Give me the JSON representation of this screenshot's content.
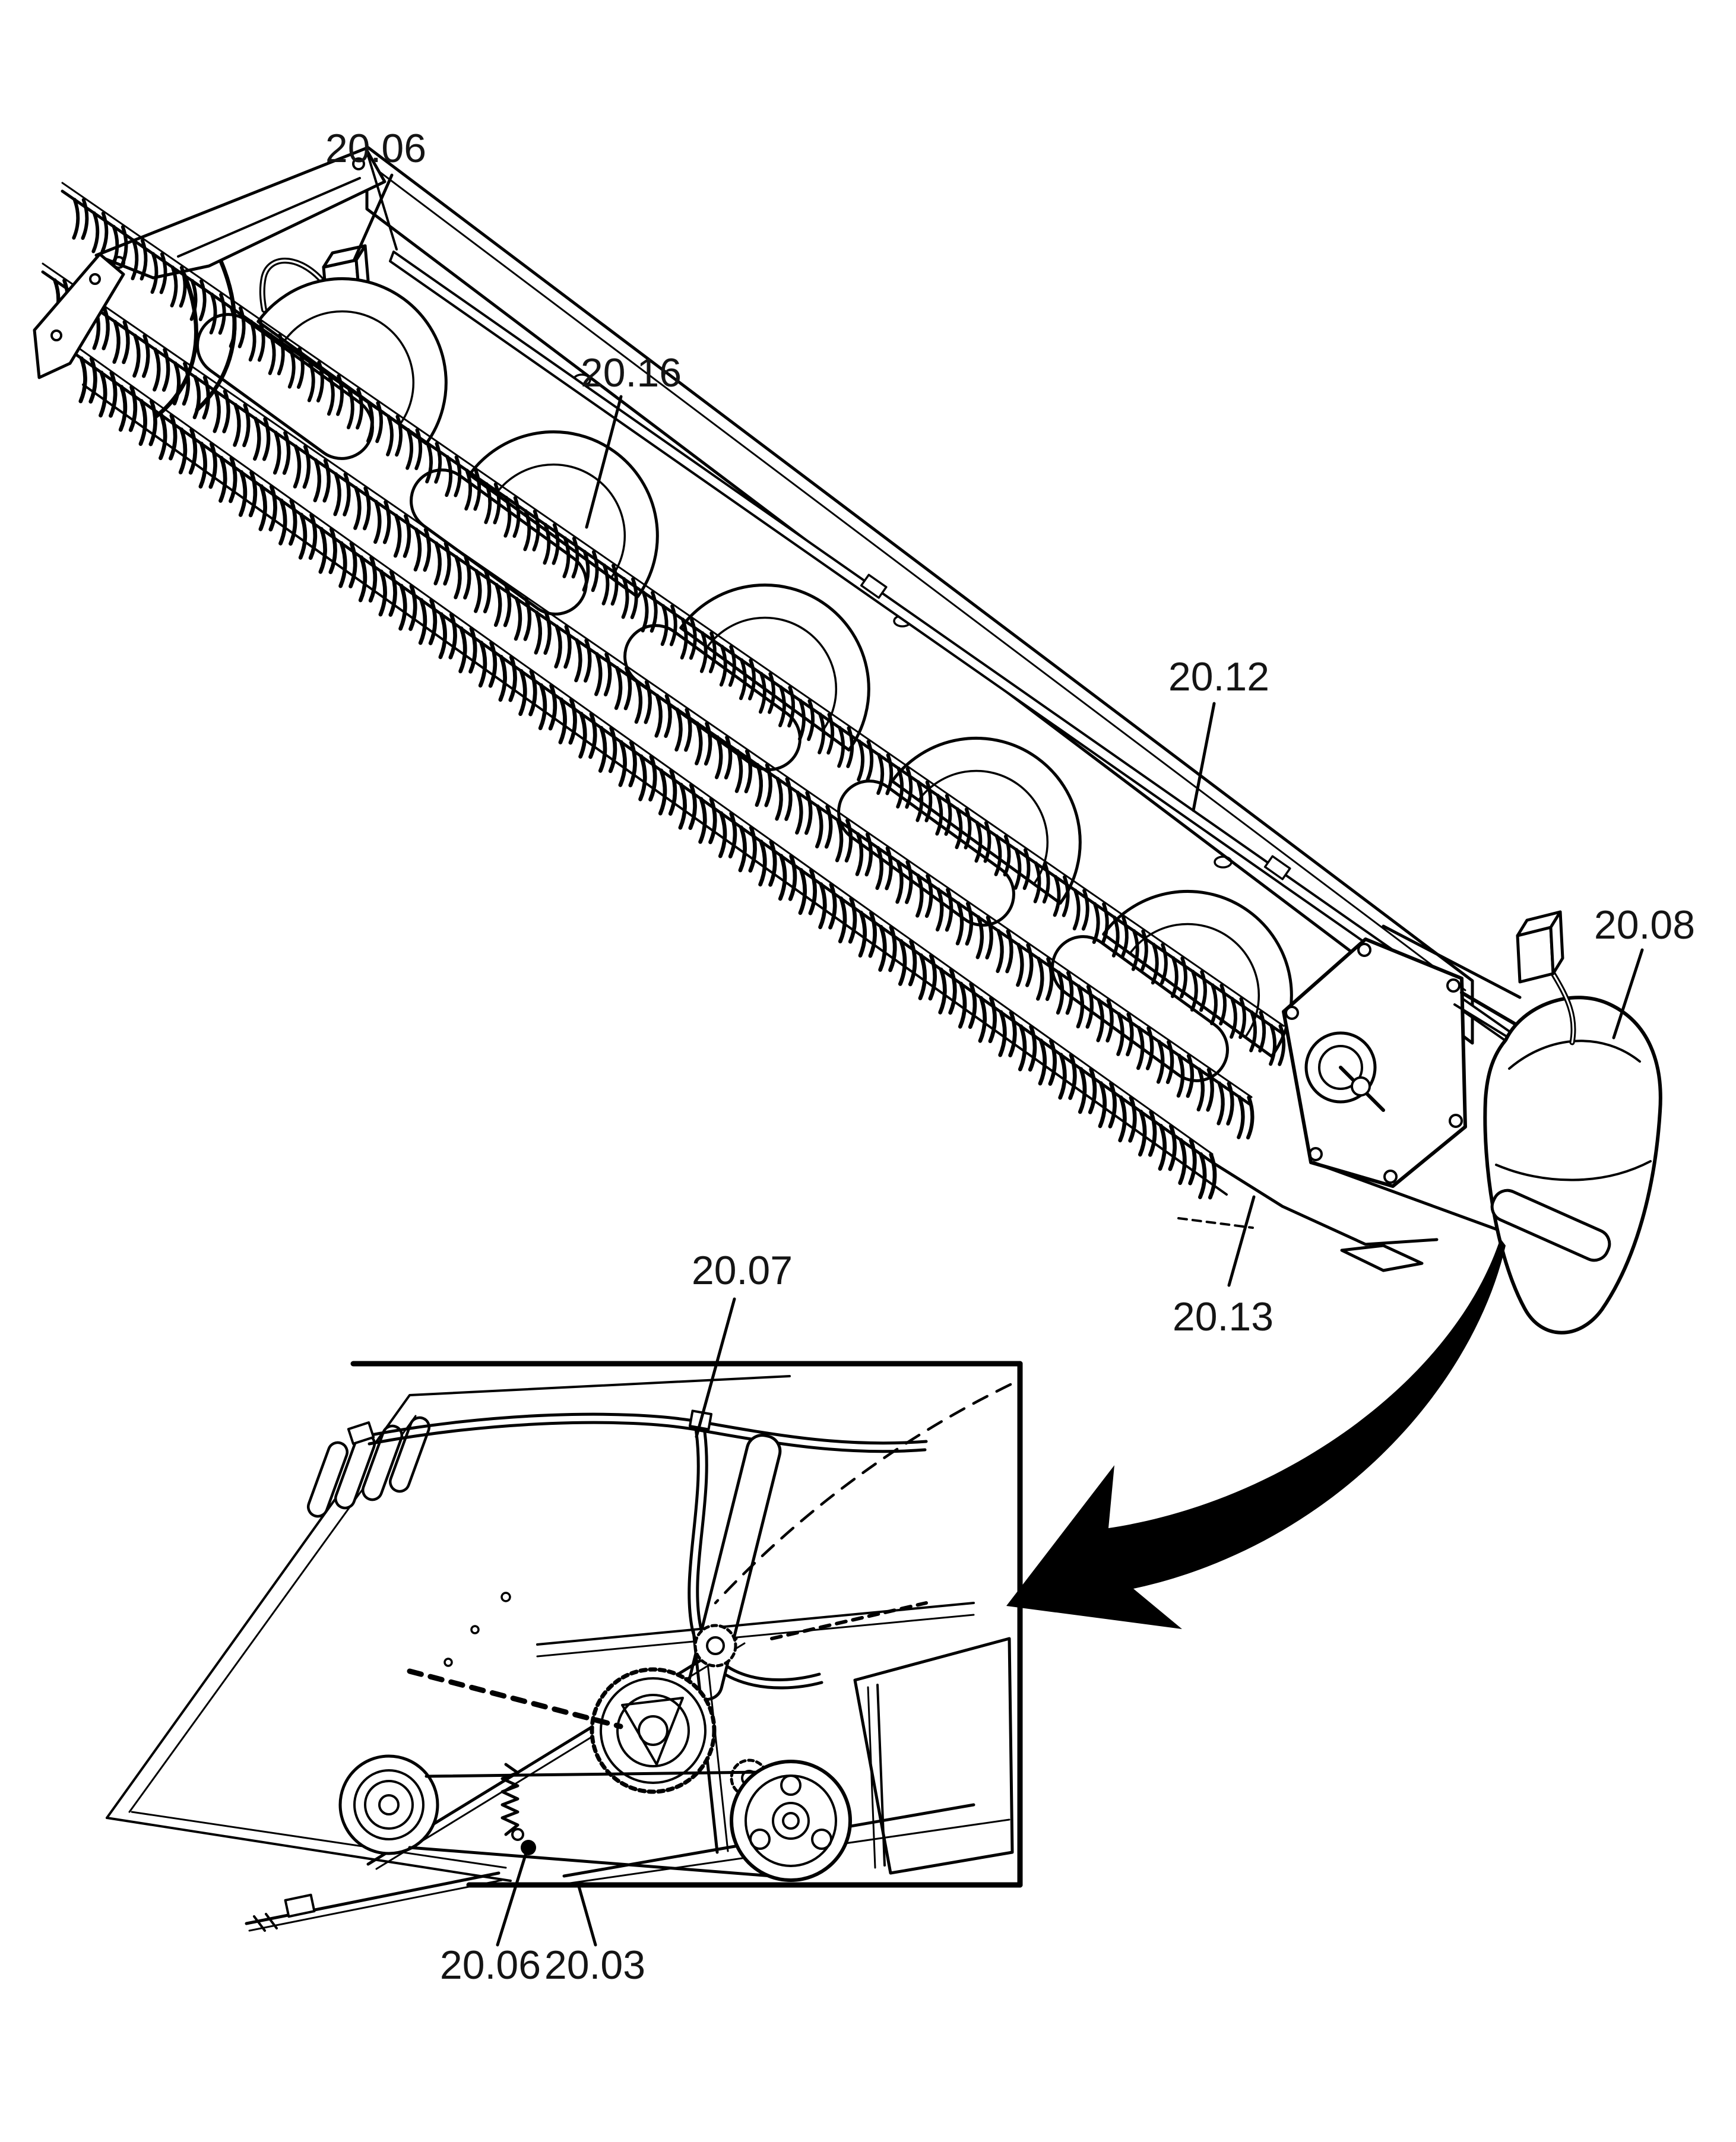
{
  "page": {
    "background": "#ffffff",
    "line_color": "#000000",
    "label_color": "#141414"
  },
  "figure": {
    "callouts": [
      {
        "id": "20-06-top",
        "label": "20.06"
      },
      {
        "id": "20-16",
        "label": "20.16"
      },
      {
        "id": "20-12",
        "label": "20.12"
      },
      {
        "id": "20-08",
        "label": "20.08"
      },
      {
        "id": "20-13",
        "label": "20.13"
      },
      {
        "id": "20-07",
        "label": "20.07"
      },
      {
        "id": "20-06-bottom",
        "label": "20.06"
      },
      {
        "id": "20-03",
        "label": "20.03"
      }
    ]
  }
}
